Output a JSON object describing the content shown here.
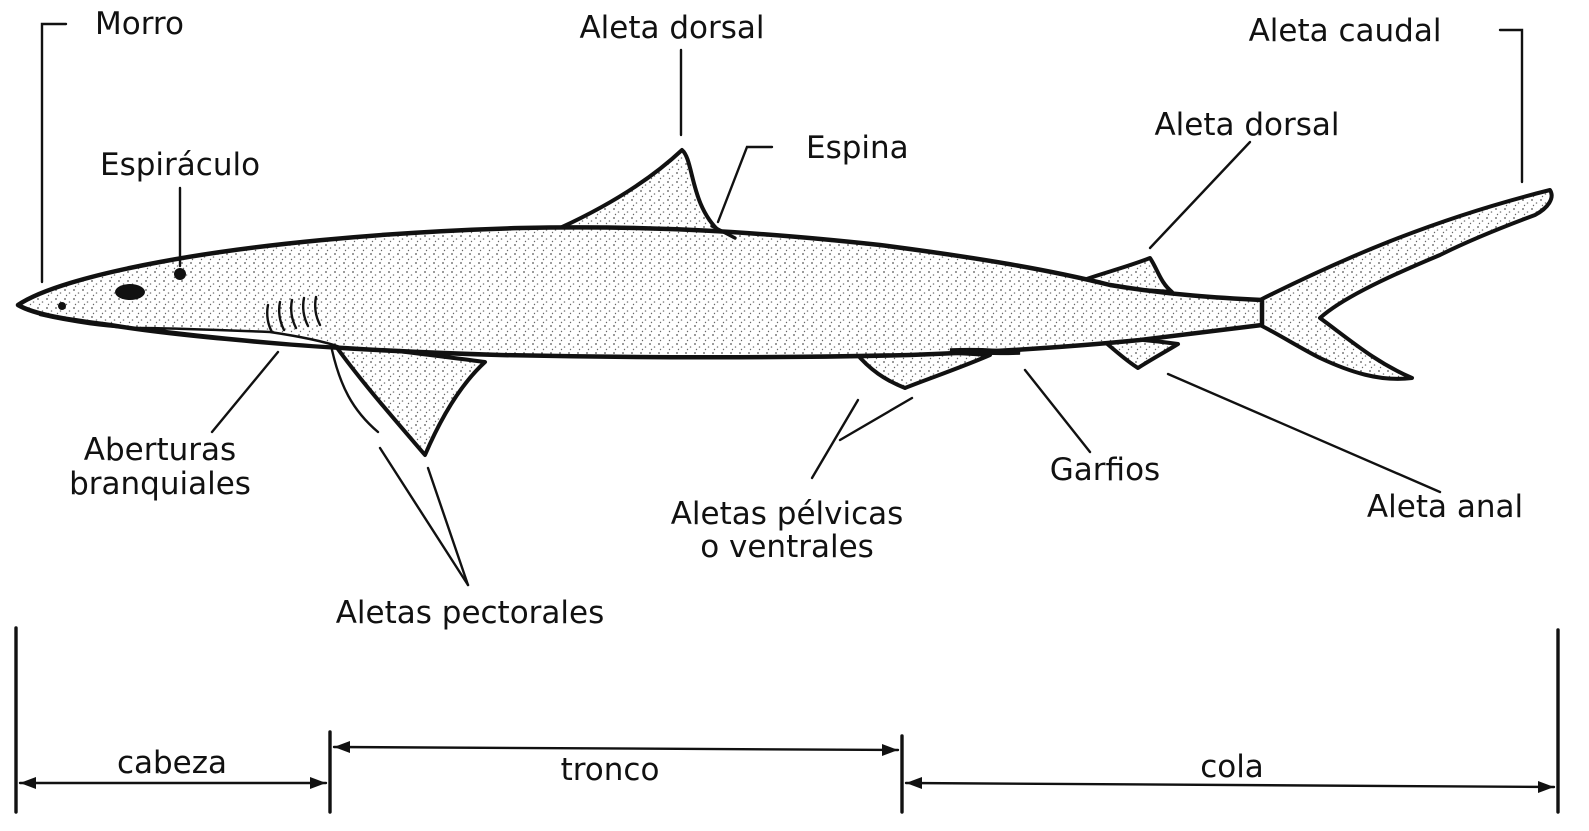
{
  "labels": {
    "morro": "Morro",
    "aleta_dorsal_1": "Aleta dorsal",
    "aleta_caudal": "Aleta caudal",
    "espina": "Espina",
    "espiraculo": "Espiráculo",
    "aleta_dorsal_2": "Aleta dorsal",
    "aberturas_branquiales_1": "Aberturas",
    "aberturas_branquiales_2": "branquiales",
    "garfios": "Garfios",
    "aleta_anal": "Aleta anal",
    "aletas_pelvicas_1": "Aletas pélvicas",
    "aletas_pelvicas_2": "o ventrales",
    "aletas_pectorales": "Aletas pectorales"
  },
  "regions": {
    "cabeza": "cabeza",
    "tronco": "tronco",
    "cola": "cola"
  },
  "colors": {
    "ink": "#111111",
    "background": "#ffffff",
    "stipple": "#bdbdbd"
  }
}
